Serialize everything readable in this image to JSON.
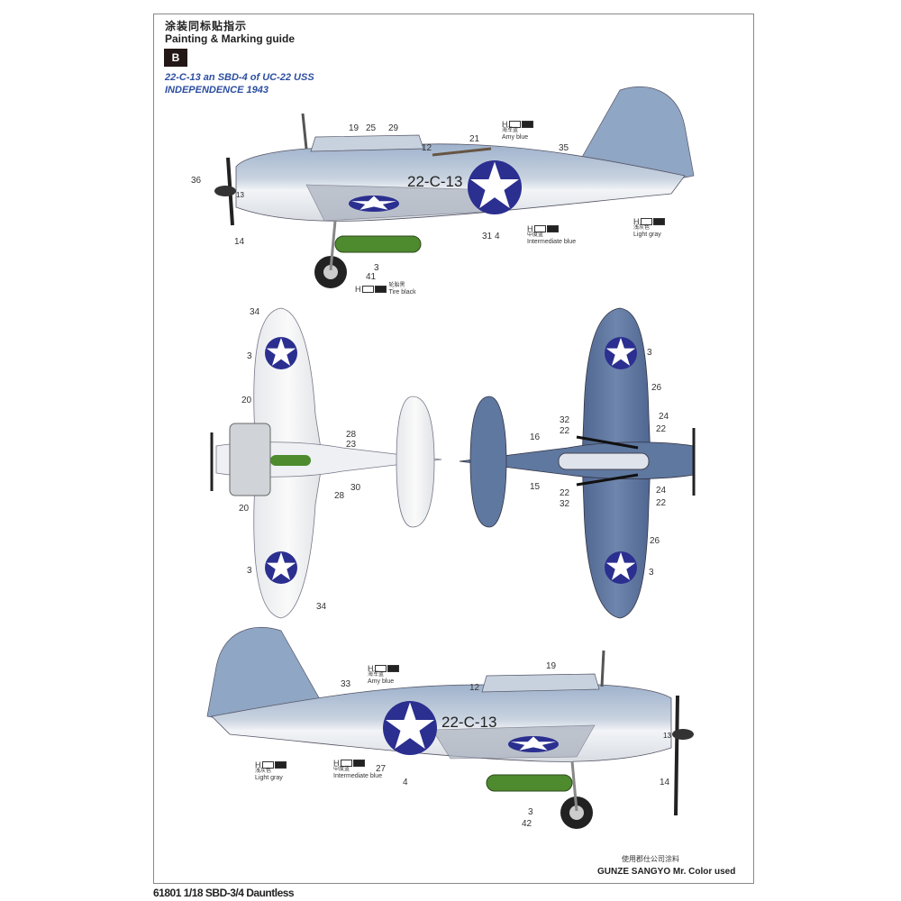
{
  "header": {
    "title_cn": "涂装同标贴指示",
    "title_en": "Painting & Marking guide",
    "scheme_badge": "B",
    "subject_line1": "22-C-13 an SBD-4 of UC-22 USS",
    "subject_line2": "INDEPENDENCE 1943"
  },
  "fuselage_code": "22-C-13",
  "prop_code": "13",
  "colors": {
    "amy_blue": {
      "prefix": "H",
      "cn": "海军蓝",
      "en": "Amy blue",
      "hex": "#8fa6c4"
    },
    "intermediate_blue": {
      "prefix": "H",
      "cn": "中度蓝",
      "en": "Intermediate blue",
      "hex": "#5f78a0"
    },
    "light_gray": {
      "prefix": "H",
      "cn": "浅灰色",
      "en": "Light gray",
      "hex": "#dfe2e6"
    },
    "tire_black": {
      "prefix": "H",
      "cn": "轮胎黑",
      "en": "Tire black",
      "hex": "#222222"
    },
    "insignia_blue": "#2b2f8f"
  },
  "side_view_left": {
    "callouts": [
      "36",
      "19",
      "25",
      "29",
      "12",
      "21",
      "35",
      "14",
      "31",
      "4",
      "3",
      "41"
    ]
  },
  "top_view": {
    "callouts": [
      "34",
      "3",
      "20",
      "28",
      "23",
      "30",
      "28",
      "20",
      "3",
      "34"
    ]
  },
  "bottom_view": {
    "callouts": [
      "3",
      "26",
      "32",
      "22",
      "16",
      "24",
      "22",
      "15",
      "22",
      "32",
      "24",
      "22",
      "26",
      "3"
    ]
  },
  "side_view_right": {
    "callouts": [
      "19",
      "33",
      "12",
      "27",
      "4",
      "14",
      "3",
      "42"
    ]
  },
  "paint_note_cn": "使用郡仕公司涂料",
  "paint_note_en": "GUNZE SANGYO Mr. Color used",
  "footer": "61801 1/18 SBD-3/4 Dauntless"
}
